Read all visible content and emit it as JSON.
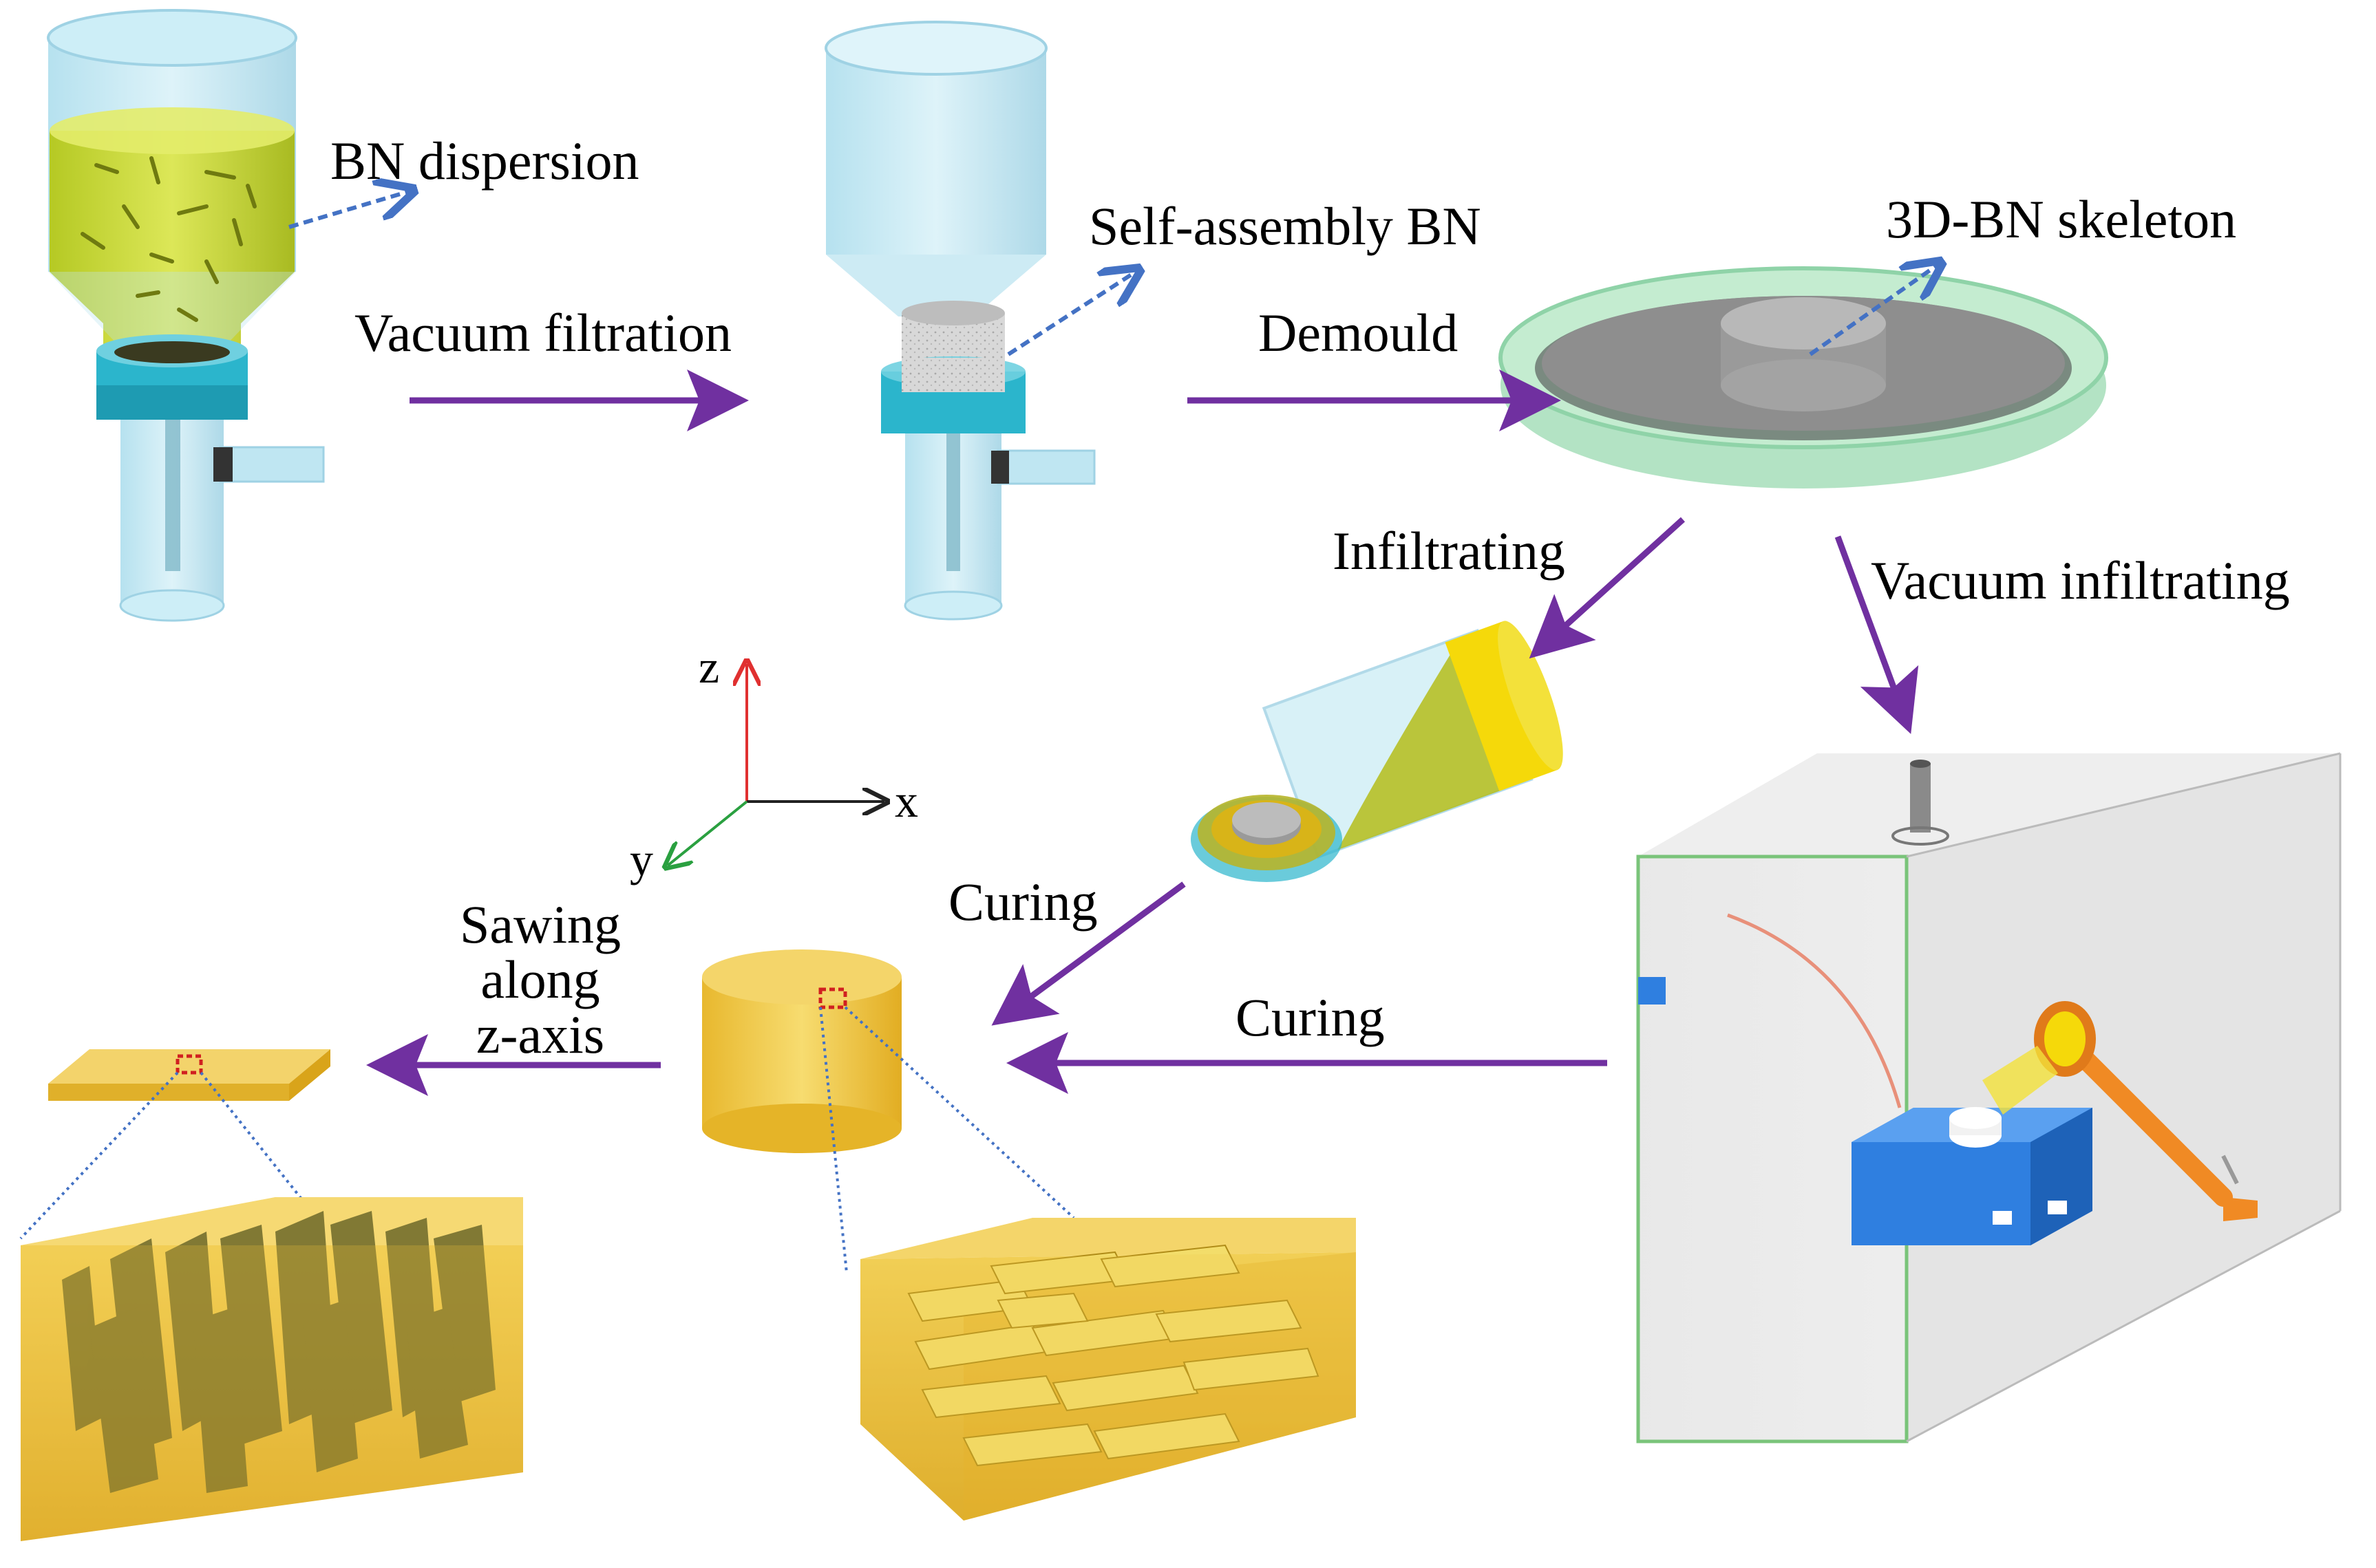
{
  "labels": {
    "bn_dispersion": "BN dispersion",
    "vacuum_filtration": "Vacuum filtration",
    "self_assembly_bn": "Self-assembly BN",
    "demould": "Demould",
    "skeleton_3d_bn": "3D-BN skeleton",
    "infiltrating": "Infiltrating",
    "vacuum_infiltrating": "Vacuum infiltrating",
    "curing_left": "Curing",
    "curing_right": "Curing",
    "sawing": [
      "Sawing",
      "along",
      "z-axis"
    ]
  },
  "axes": {
    "z": "z",
    "x": "x",
    "y": "y"
  },
  "colors": {
    "process_arrow": "#7030a0",
    "pointer_arrow": "#4472c4",
    "funnel_glass": "#bfe6f2",
    "bn_liquid": "#c8d61a",
    "clamp": "#2bb5cc",
    "epoxy": "#f2c94c",
    "skeleton_gray": "#8a8a8a",
    "dish_green": "#9ad9b0",
    "chamber_edge": "#7ac47a",
    "device_blue": "#2f7fe0",
    "rod_orange": "#f08a24",
    "axis_z": "#e03030",
    "axis_x": "#222222",
    "axis_y": "#2aa040",
    "zoom_marker": "#d02020"
  }
}
